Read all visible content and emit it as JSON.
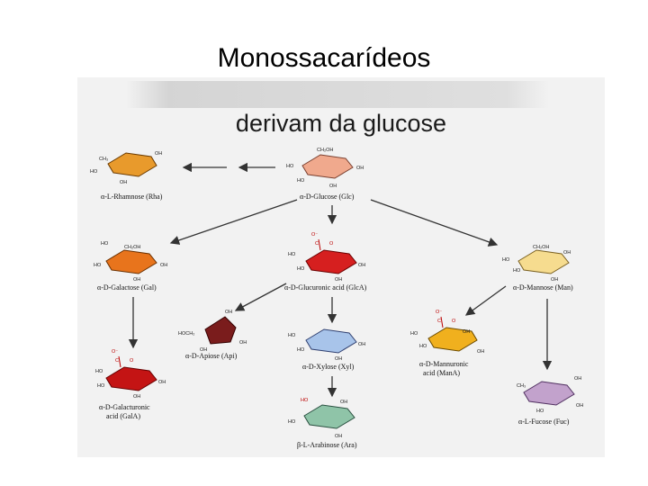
{
  "slide_title": "Monossacarídeos",
  "panel_title": "derivam da glucose",
  "colors": {
    "rhamnose": "#e89a2c",
    "glucose": "#f0a98d",
    "galactose": "#e8741c",
    "glucuronic": "#d61f1f",
    "mannose": "#f6dc8f",
    "apiose": "#7a1c1c",
    "xylose": "#a8c4ea",
    "mannuronic": "#f0b01e",
    "galacturonic": "#c41414",
    "arabinose": "#8fc4a8",
    "fucose": "#c2a2cc"
  },
  "sugars": {
    "rhamnose": {
      "name": "α-L-Rhamnose (Rha)",
      "groups": [
        "CH₃",
        "HO",
        "OH",
        "OH"
      ]
    },
    "glucose": {
      "name": "α-D-Glucose (Glc)",
      "groups": [
        "CH₂OH",
        "HO",
        "HO",
        "OH",
        "OH"
      ]
    },
    "galactose": {
      "name": "α-D-Galactose (Gal)",
      "groups": [
        "HO",
        "CH₂OH",
        "HO",
        "OH",
        "OH"
      ]
    },
    "glucuronic": {
      "name": "α-D-Glucuronic acid (GlcA)",
      "groups": [
        "O⁻",
        "C",
        "O",
        "HO",
        "HO",
        "OH",
        "OH"
      ]
    },
    "mannose": {
      "name": "α-D-Mannose (Man)",
      "groups": [
        "CH₂OH",
        "OH",
        "HO",
        "HO",
        "OH"
      ]
    },
    "apiose": {
      "name": "α-D-Apiose (Api)",
      "groups": [
        "HOCH₂",
        "OH",
        "OH",
        "OH"
      ]
    },
    "xylose": {
      "name": "α-D-Xylose (Xyl)",
      "groups": [
        "HO",
        "HO",
        "OH",
        "OH"
      ]
    },
    "mannuronic": {
      "name_line1": "α-D-Mannuronic",
      "name_line2": "acid (ManA)",
      "groups": [
        "O⁻",
        "C",
        "O",
        "OH",
        "HO",
        "HO",
        "OH"
      ]
    },
    "galacturonic": {
      "name_line1": "α-D-Galacturonic",
      "name_line2": "acid (GalA)",
      "groups": [
        "O⁻",
        "C",
        "O",
        "HO",
        "HO",
        "OH",
        "OH"
      ]
    },
    "arabinose": {
      "name": "β-L-Arabinose (Ara)",
      "groups": [
        "HO",
        "HO",
        "OH",
        "OH"
      ]
    },
    "fucose": {
      "name": "α-L-Fucose (Fuc)",
      "groups": [
        "OH",
        "CH₃",
        "OH",
        "HO"
      ]
    }
  }
}
